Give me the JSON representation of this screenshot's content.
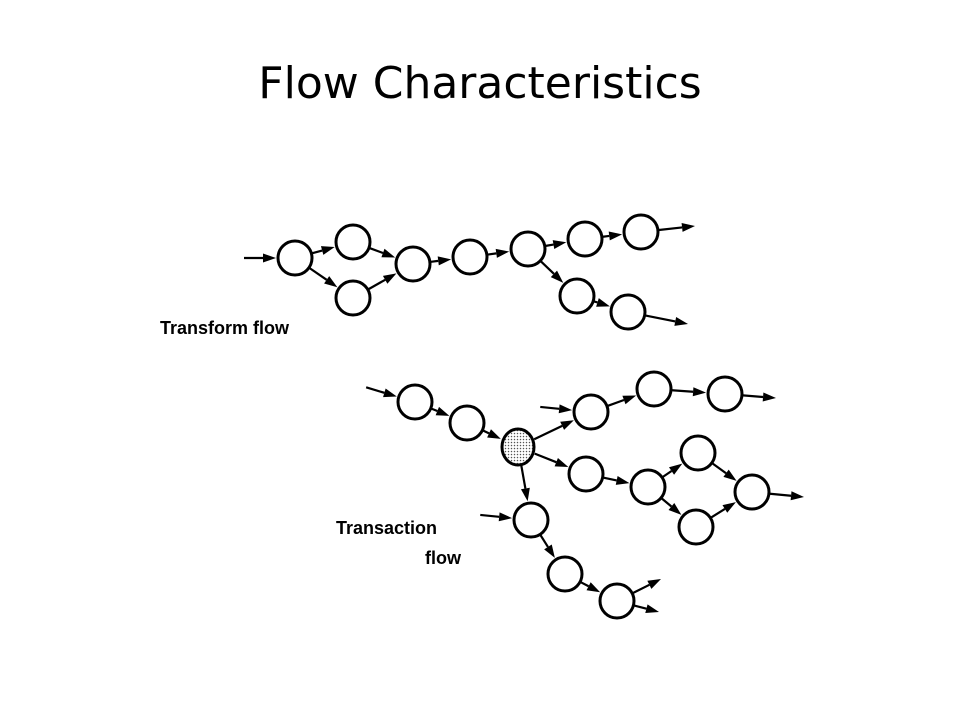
{
  "slide": {
    "title": "Flow Characteristics"
  },
  "diagrams": {
    "transform": {
      "label": "Transform flow"
    },
    "transaction": {
      "label_line1": "Transaction",
      "label_line2": "flow"
    }
  }
}
